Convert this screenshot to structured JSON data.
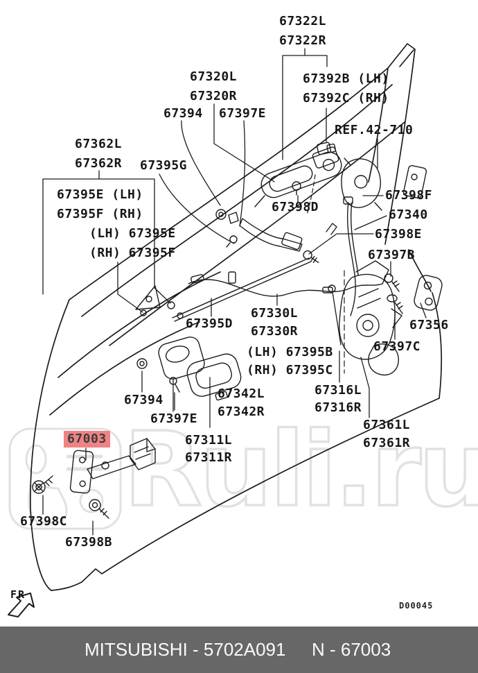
{
  "watermark": {
    "text": "Ruli.ru",
    "color": "#e1e1e1"
  },
  "diagram": {
    "drawing_code": "D00045",
    "direction_label": "FR",
    "highlight_color": "#ef8383",
    "highlighted_part": "67003",
    "labels": [
      {
        "text": "67322L"
      },
      {
        "text": "67322R"
      },
      {
        "text": "67320L"
      },
      {
        "text": "67320R"
      },
      {
        "text": "67394"
      },
      {
        "text": "67397E"
      },
      {
        "text": "67392B (LH)"
      },
      {
        "text": "67392C (RH)"
      },
      {
        "text": "REF.42-710"
      },
      {
        "text": "67362L"
      },
      {
        "text": "67362R"
      },
      {
        "text": "67395G"
      },
      {
        "text": "67395E (LH)"
      },
      {
        "text": "67395F (RH)"
      },
      {
        "text": "(LH) 67395E"
      },
      {
        "text": "(RH) 67395F"
      },
      {
        "text": "67398D"
      },
      {
        "text": "67398F"
      },
      {
        "text": "67340"
      },
      {
        "text": "67398E"
      },
      {
        "text": "67397B"
      },
      {
        "text": "67395D"
      },
      {
        "text": "67330L"
      },
      {
        "text": "67330R"
      },
      {
        "text": "(LH) 67395B"
      },
      {
        "text": "(RH) 67395C"
      },
      {
        "text": "67342L"
      },
      {
        "text": "67342R"
      },
      {
        "text": "67316L"
      },
      {
        "text": "67316R"
      },
      {
        "text": "67361L"
      },
      {
        "text": "67361R"
      },
      {
        "text": "67356"
      },
      {
        "text": "67397C"
      },
      {
        "text": "67394"
      },
      {
        "text": "67397E"
      },
      {
        "text": "67003"
      },
      {
        "text": "67311L"
      },
      {
        "text": "67311R"
      },
      {
        "text": "67398C"
      },
      {
        "text": "67398B"
      }
    ]
  },
  "footer": {
    "left_text": "MITSUBISHI - 5702A091",
    "right_text": "N - 67003",
    "bg_color": "#676767",
    "text_color": "#fafafa"
  }
}
